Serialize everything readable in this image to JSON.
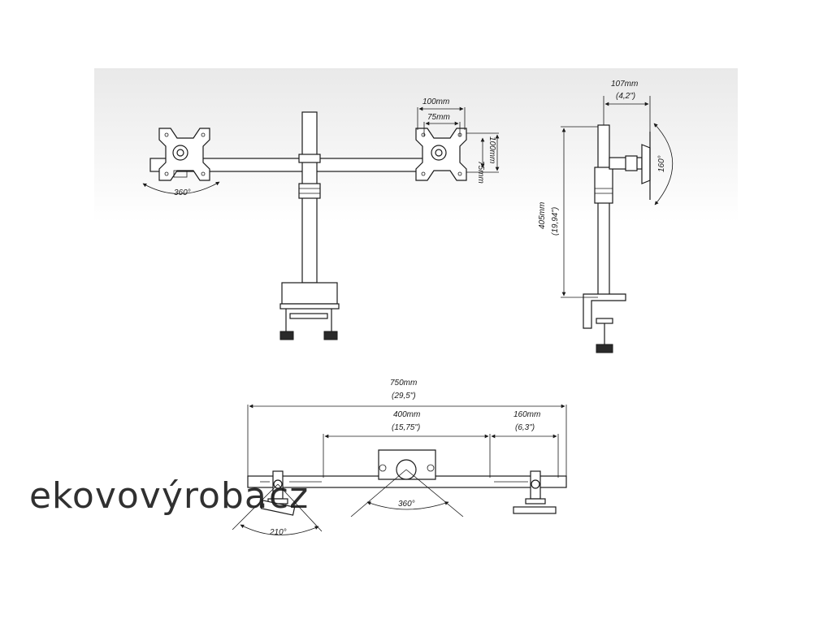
{
  "diagram": {
    "front_view": {
      "pitch_100": "100mm",
      "pitch_75": "75mm",
      "vertical_75": "75mm",
      "vertical_100": "100mm",
      "rotation": "360°"
    },
    "side_view": {
      "depth_mm": "107mm",
      "depth_in": "(4,2\")",
      "height_mm": "405mm",
      "height_in": "(19,94\")",
      "tilt": "160°"
    },
    "top_view": {
      "total_mm": "750mm",
      "total_in": "(29,5\")",
      "mid_mm": "400mm",
      "mid_in": "(15,75\")",
      "end_mm": "160mm",
      "end_in": "(6,3\")",
      "swivel_center": "360°",
      "swivel_end": "210°"
    }
  },
  "watermark": {
    "part1": "e",
    "part2": "kovovýroba",
    "part3": ".cz",
    "color_e": "#9cc7e6",
    "color_text": "#c9c9c9"
  }
}
